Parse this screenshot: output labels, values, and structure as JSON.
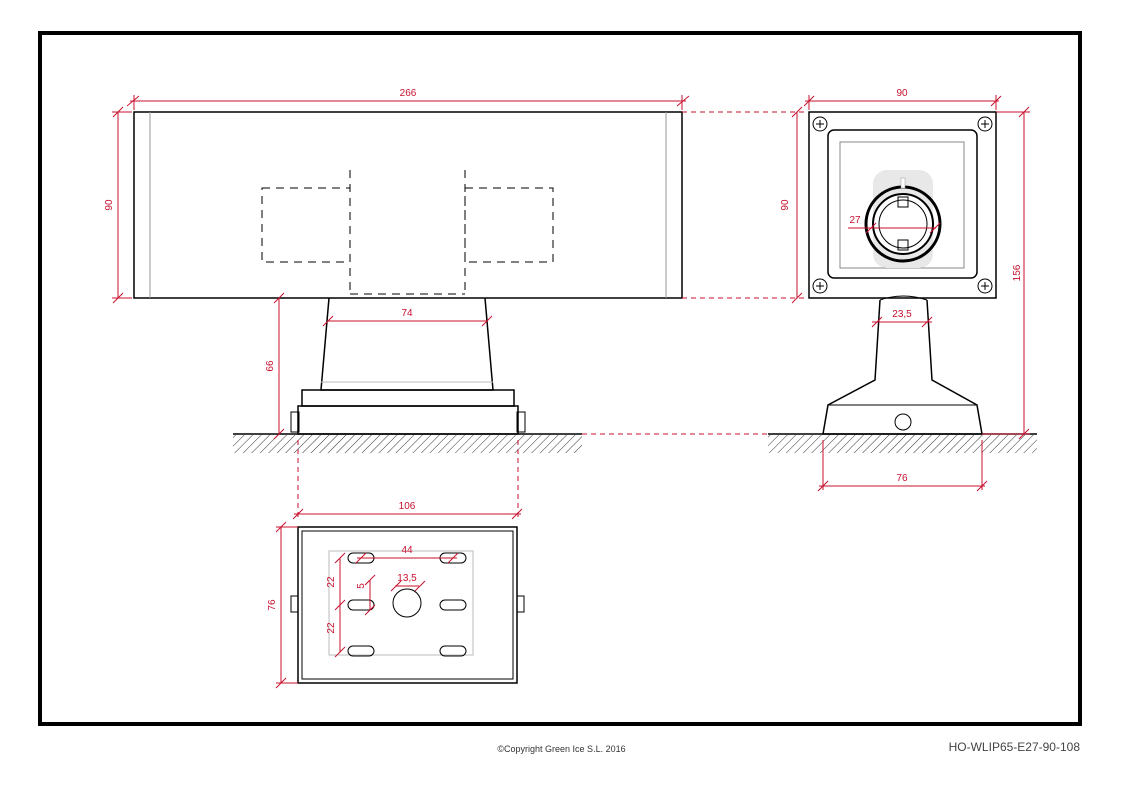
{
  "dimensions": {
    "front_width": "266",
    "front_height": "90",
    "front_neck_width": "74",
    "front_stand_height": "66",
    "side_width": "90",
    "side_height": "90",
    "side_lamp_diameter": "27",
    "side_neck_width": "23,5",
    "side_total_height": "156",
    "side_base_width": "76",
    "plate_width": "106",
    "plate_height": "76",
    "plate_slot_spacing": "44",
    "plate_hole_diameter": "13,5",
    "plate_slot_width": "5",
    "plate_upper_pitch": "22",
    "plate_lower_pitch": "22"
  },
  "footer": {
    "copyright": "©Copyright Green Ice S.L. 2016",
    "drawing_code": "HO-WLIP65-E27-90-108"
  },
  "colors": {
    "dimension": "#c8102e",
    "outline": "#000000",
    "frame": "#000000"
  }
}
